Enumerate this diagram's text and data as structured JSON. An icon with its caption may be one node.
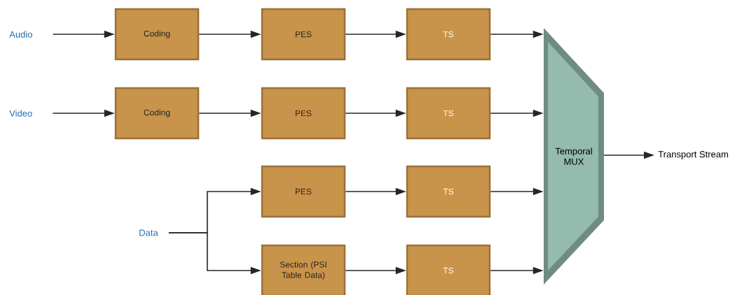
{
  "diagram": {
    "nodes": [
      {
        "text": [
          "Audio"
        ]
      },
      {
        "text": [
          "Coding"
        ]
      },
      {
        "text": [
          "PES"
        ]
      },
      {
        "text": [
          "TS"
        ]
      },
      {
        "text": [
          "Video"
        ]
      },
      {
        "text": [
          "Coding"
        ]
      },
      {
        "text": [
          "PES"
        ]
      },
      {
        "text": [
          "TS"
        ]
      },
      {
        "text": [
          "Data"
        ]
      },
      {
        "text": [
          "PES"
        ]
      },
      {
        "text": [
          "TS"
        ]
      },
      {
        "text": [
          "Section (PSI Table Data)"
        ]
      },
      {
        "text": [
          "TS"
        ]
      },
      {
        "text": [
          "Temporal MUX"
        ]
      },
      {
        "text": [
          "Transport Stream"
        ]
      }
    ],
    "edges": [
      {
        "from": 0,
        "to": 1,
        "arrow": "to"
      },
      {
        "from": 1,
        "to": 2,
        "arrow": "to"
      },
      {
        "from": 2,
        "to": 3,
        "arrow": "to"
      },
      {
        "from": 3,
        "to": 13,
        "arrow": "to"
      },
      {
        "from": 4,
        "to": 5,
        "arrow": "to"
      },
      {
        "from": 5,
        "to": 6,
        "arrow": "to"
      },
      {
        "from": 6,
        "to": 7,
        "arrow": "to"
      },
      {
        "from": 7,
        "to": 13,
        "arrow": "to"
      },
      {
        "from": 8,
        "to": 9,
        "arrow": "to"
      },
      {
        "from": 8,
        "to": 11,
        "arrow": "to"
      },
      {
        "from": 9,
        "to": 10,
        "arrow": "to"
      },
      {
        "from": 11,
        "to": 12,
        "arrow": "to"
      },
      {
        "from": 10,
        "to": 13,
        "arrow": "to"
      },
      {
        "from": 12,
        "to": 13,
        "arrow": "to"
      },
      {
        "from": 13,
        "to": 14,
        "arrow": "to"
      }
    ]
  }
}
